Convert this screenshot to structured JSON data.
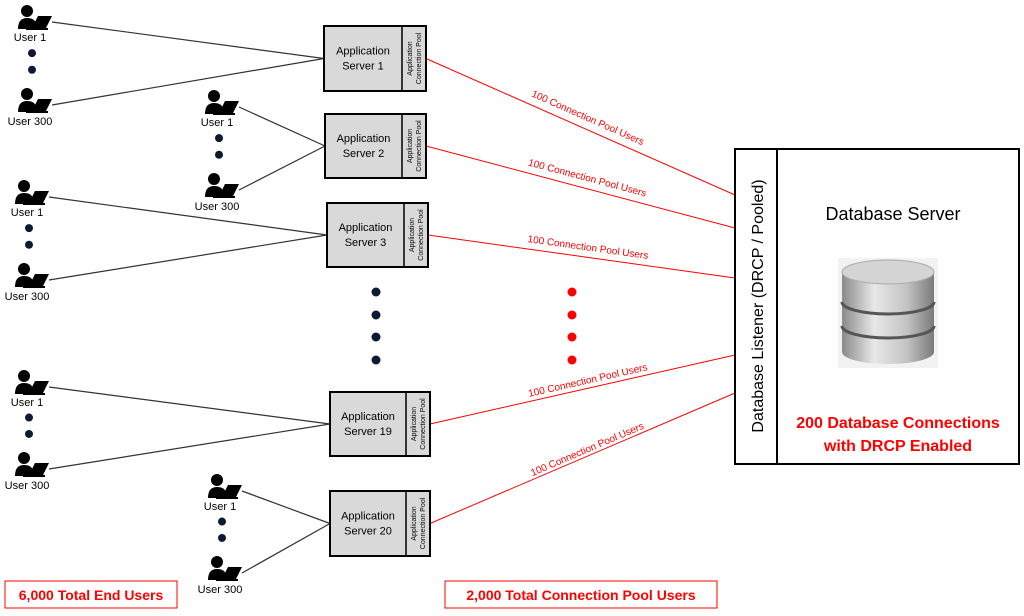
{
  "user_groups": [
    {
      "first": "User 1",
      "last": "User 300"
    },
    {
      "first": "User 1",
      "last": "User 300"
    },
    {
      "first": "User 1",
      "last": "User 300"
    },
    {
      "first": "User 1",
      "last": "User 300"
    },
    {
      "first": "User 1",
      "last": "User 300"
    }
  ],
  "app_servers": [
    {
      "line1": "Application",
      "line2": "Server 1",
      "pool_line1": "Application",
      "pool_line2": "Connection Pool",
      "link_label": "100 Connection Pool Users"
    },
    {
      "line1": "Application",
      "line2": "Server 2",
      "pool_line1": "Application",
      "pool_line2": "Connection Pool",
      "link_label": "100 Connection Pool Users"
    },
    {
      "line1": "Application",
      "line2": "Server 3",
      "pool_line1": "Application",
      "pool_line2": "Connection Pool",
      "link_label": "100 Connection Pool Users"
    },
    {
      "line1": "Application",
      "line2": "Server 19",
      "pool_line1": "Application",
      "pool_line2": "Connection Pool",
      "link_label": "100 Connection Pool Users"
    },
    {
      "line1": "Application",
      "line2": "Server 20",
      "pool_line1": "Application",
      "pool_line2": "Connection Pool",
      "link_label": "100 Connection Pool Users"
    }
  ],
  "database": {
    "listener": "Database Listener (DRCP / Pooled)",
    "title": "Database Server",
    "note_line1": "200 Database Connections",
    "note_line2": "with DRCP Enabled",
    "icon": "database-cylinder-icon"
  },
  "totals": {
    "end_users": "6,000 Total End Users",
    "pool_users": "2,000 Total Connection Pool Users"
  },
  "colors": {
    "accent": "#ff0000",
    "server_fill": "#d9d9d9",
    "dot": "#0d1a33"
  }
}
